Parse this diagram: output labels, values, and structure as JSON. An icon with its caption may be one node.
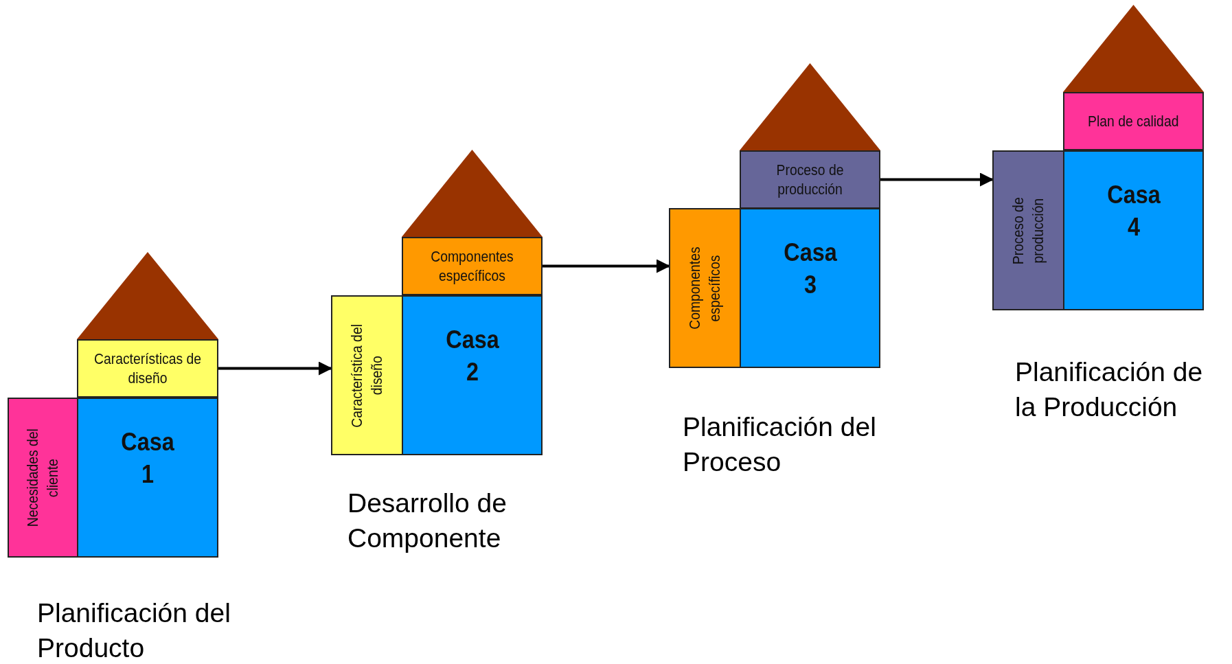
{
  "diagram": {
    "nodes": [
      {
        "text": [],
        "shape": "triangle"
      },
      {
        "text": [
          "Características de diseño"
        ]
      },
      {
        "text": [
          "Necesidades del cliente"
        ]
      },
      {
        "text": [
          "Casa 1"
        ]
      },
      {
        "text": [],
        "shape": "triangle"
      },
      {
        "text": [
          "Componentes específicos"
        ]
      },
      {
        "text": [
          "Característica del diseño"
        ]
      },
      {
        "text": [
          "Casa 2"
        ]
      },
      {
        "text": [],
        "shape": "triangle"
      },
      {
        "text": [
          "Proceso de producción"
        ]
      },
      {
        "text": [
          "Componentes específicos"
        ]
      },
      {
        "text": [
          "Casa 3"
        ]
      },
      {
        "text": [],
        "shape": "triangle"
      },
      {
        "text": [
          "Plan de calidad"
        ]
      },
      {
        "text": [
          "Proceso de producción"
        ]
      },
      {
        "text": [
          "Casa 4"
        ]
      }
    ],
    "edges": [
      {
        "from": 1,
        "to": 6,
        "arrow": "to"
      },
      {
        "from": 5,
        "to": 10,
        "arrow": "to"
      },
      {
        "from": 9,
        "to": 14,
        "arrow": "to"
      }
    ],
    "labels": [
      "Planificación del Producto",
      "Desarrollo de Componente",
      "Planificación del Proceso",
      "Planificación de la Producción"
    ]
  }
}
